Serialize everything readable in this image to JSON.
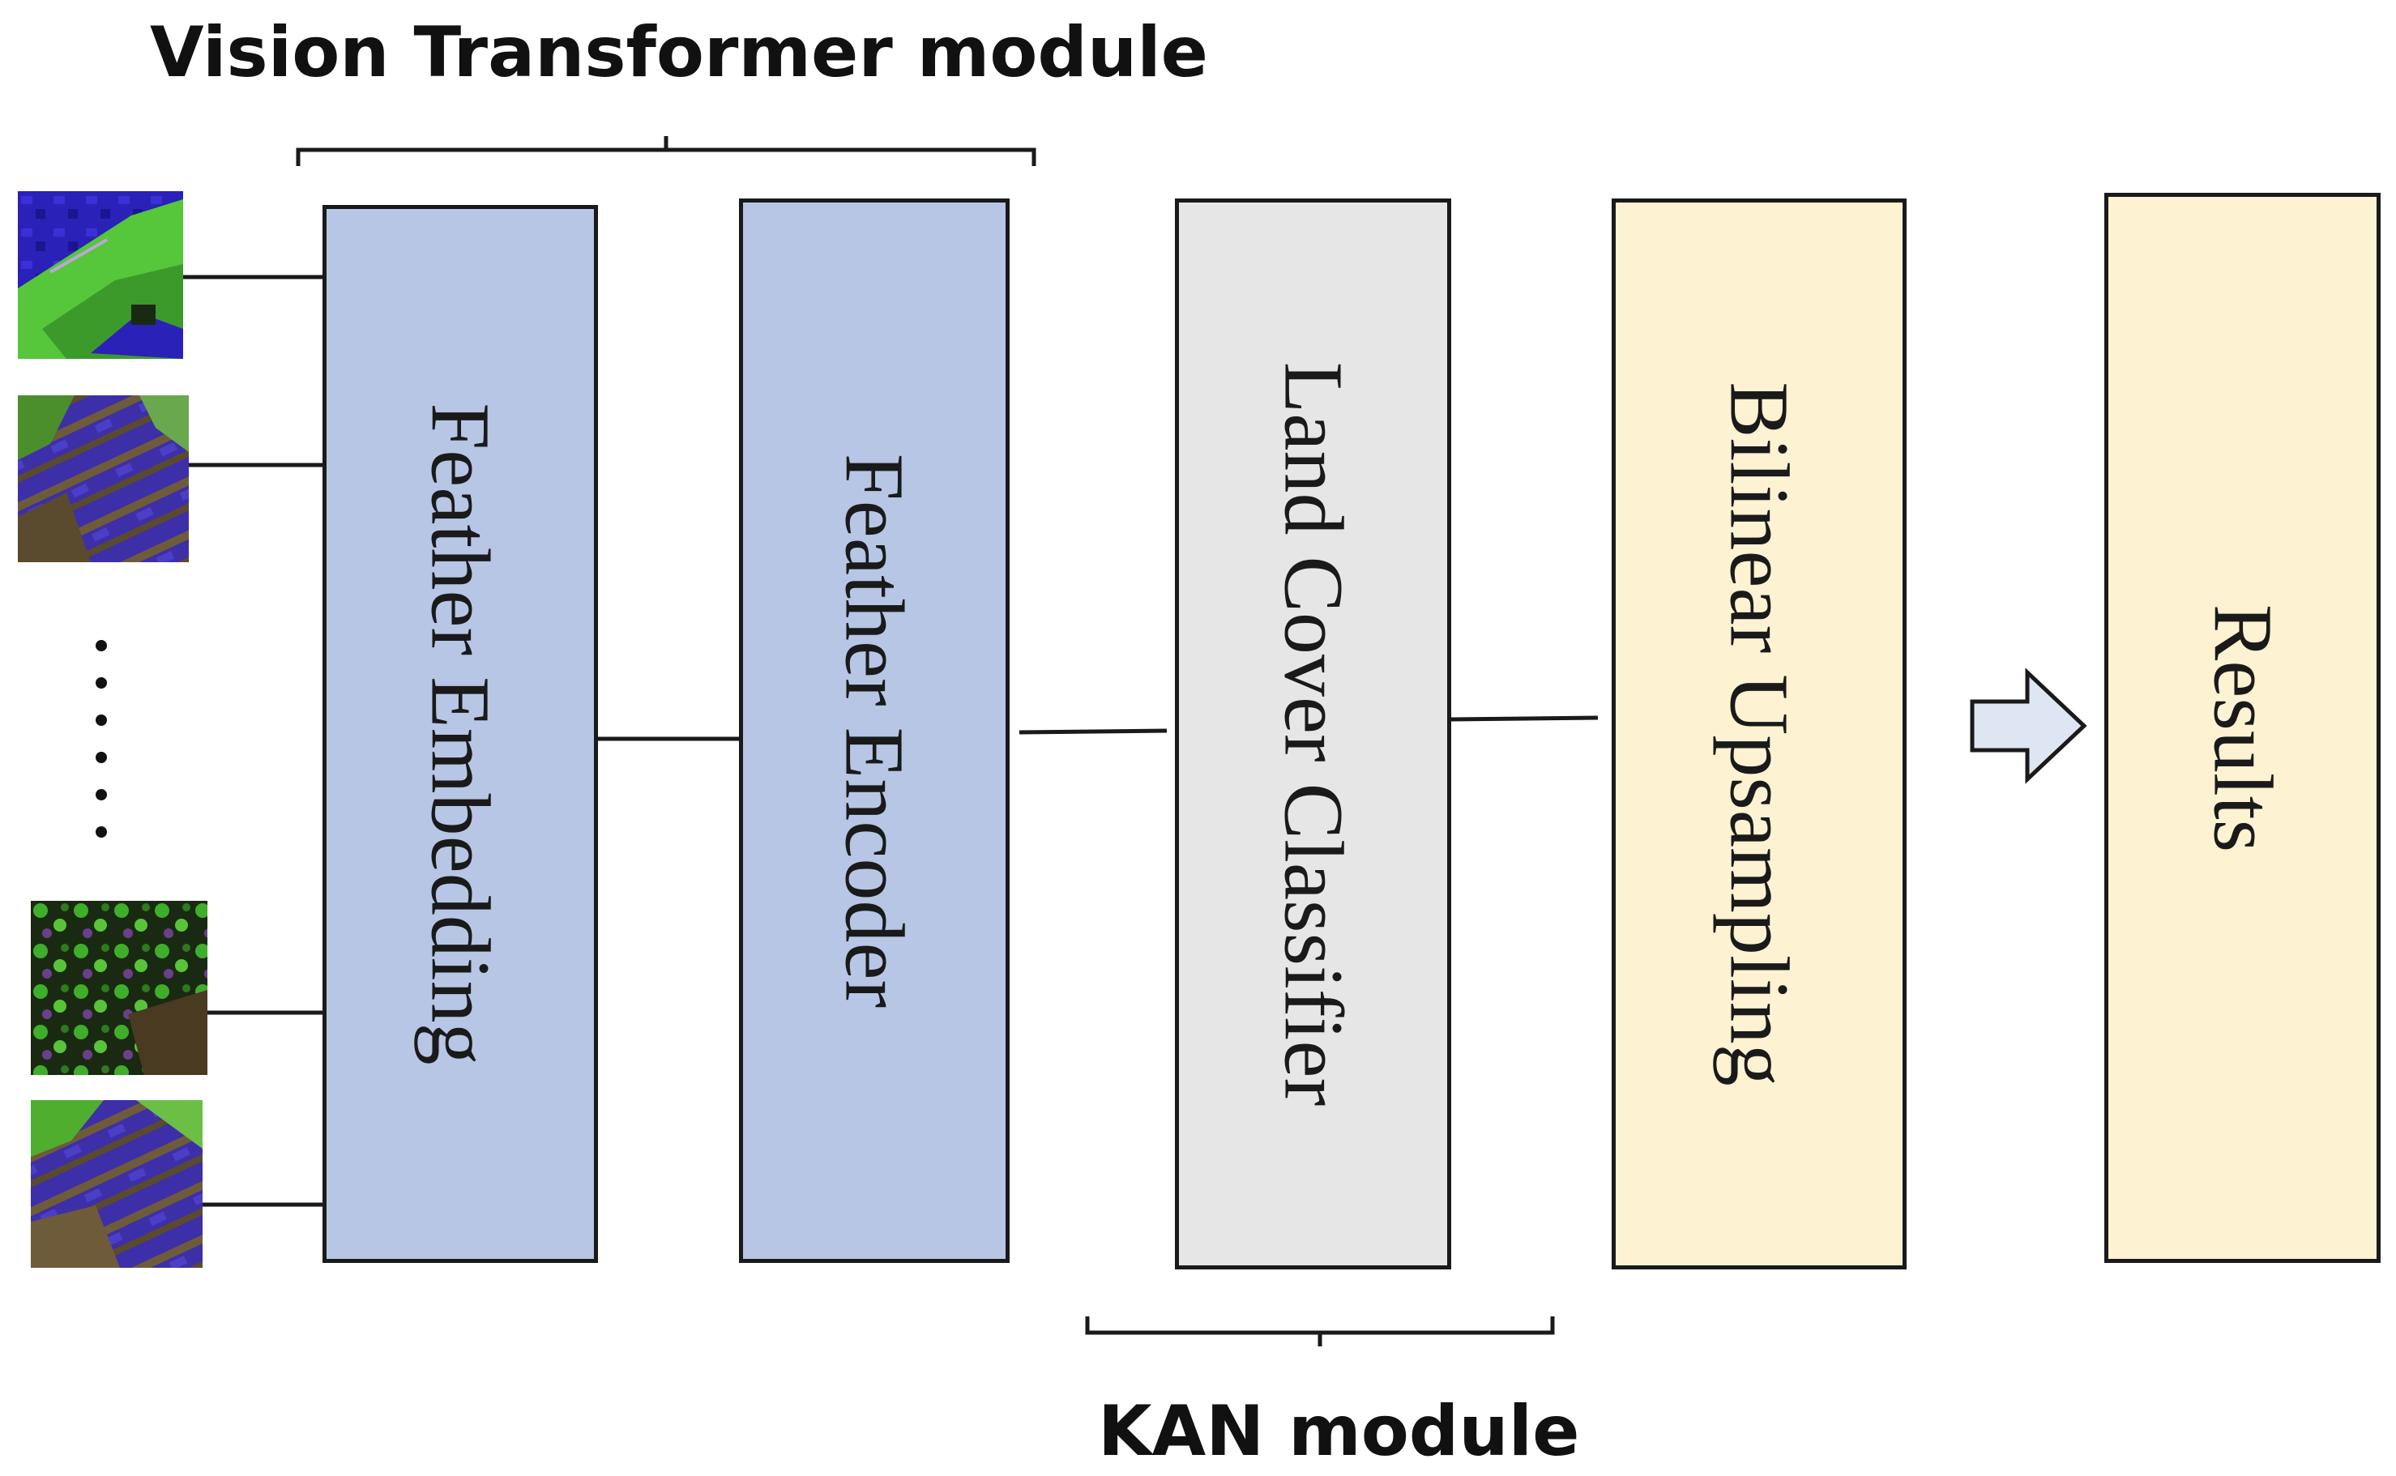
{
  "modules": {
    "vision_transformer_label": "Vision Transformer module",
    "kan_label": "KAN module"
  },
  "blocks": {
    "feather_embedding": "Feather Embedding",
    "feather_encoder": "Feather Encoder",
    "land_cover_classifier": "Land Cover Classifier",
    "bilinear_upsampling": "Bilinear Upsampling",
    "results": "Results"
  },
  "colors": {
    "vit_block_fill": "#b7c6e5",
    "kan_block_fill": "#e6e6e6",
    "upsampling_fill": "#fdf2d2",
    "results_fill": "#fdf2d2",
    "arrow_fill": "#dfe6f3",
    "line": "#1a1a1a"
  },
  "icons": {
    "input_images": "hyperspectral-image-patch",
    "output_arrow": "right-arrow-icon"
  }
}
